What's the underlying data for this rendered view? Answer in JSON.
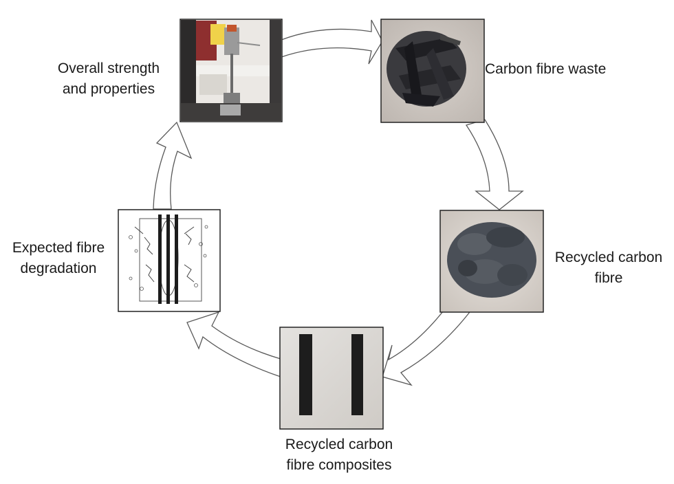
{
  "stages": {
    "strength": {
      "line1": "Overall strength",
      "line2": "and properties"
    },
    "waste": {
      "line1": "Carbon fibre waste"
    },
    "rcf": {
      "line1": "Recycled carbon",
      "line2": "fibre"
    },
    "rcfc": {
      "line1": "Recycled carbon",
      "line2": "fibre composites"
    },
    "degradation": {
      "line1": "Expected fibre",
      "line2": "degradation"
    }
  },
  "colors": {
    "outline": "#595959",
    "frame": "#222222"
  }
}
